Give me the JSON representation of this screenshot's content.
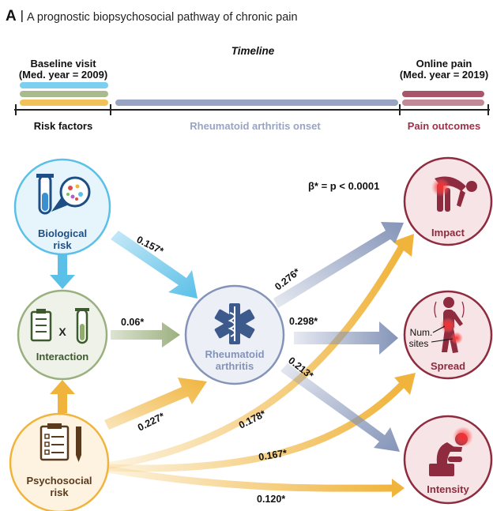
{
  "panel": {
    "letter": "A",
    "title": "A prognostic biopsychosocial pathway of chronic pain"
  },
  "timeline": {
    "title": "Timeline",
    "baseline_label_1": "Baseline visit",
    "baseline_label_2": "(Med. year = 2009)",
    "online_label_1": "Online pain",
    "online_label_2": "(Med. year = 2019)",
    "risk_factors": "Risk factors",
    "ra_onset": "Rheumatoid arthritis onset",
    "pain_outcomes": "Pain outcomes"
  },
  "nodes": {
    "biological_1": "Biological",
    "biological_2": "risk",
    "interaction": "Interaction",
    "interaction_x": "X",
    "psychosocial_1": "Psychosocial",
    "psychosocial_2": "risk",
    "ra_1": "Rheumatoid",
    "ra_2": "arthritis",
    "impact": "Impact",
    "spread": "Spread",
    "intensity": "Intensity",
    "num_sites_1": "Num.",
    "num_sites_2": "sites"
  },
  "legend_note": "β* = p < 0.0001",
  "coefficients": {
    "bio_to_ra": "0.157*",
    "interaction_to_ra": "0.06*",
    "psycho_to_ra": "0.227*",
    "ra_to_impact": "0.276*",
    "ra_to_spread": "0.298*",
    "ra_to_intensity": "0.213*",
    "psycho_to_impact": "0.178*",
    "psycho_to_spread": "0.167*",
    "psycho_to_intensity": "0.120*"
  },
  "colors": {
    "biological": "#5bc0e8",
    "interaction": "#9bb07f",
    "psychosocial": "#f0b43c",
    "ra": "#8494b8",
    "outcome": "#8e2b3e",
    "outcome_fill": "#f6e4e6",
    "pain_red": "#e23a3a"
  }
}
